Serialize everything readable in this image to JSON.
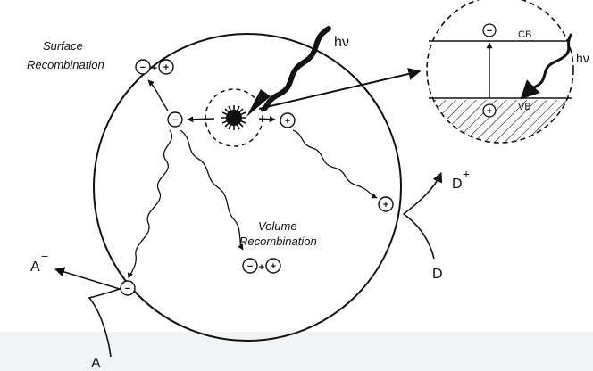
{
  "labels": {
    "surface_line1": "Surface",
    "surface_line2": "Recombination",
    "volume_line1": "Volume",
    "volume_line2": "Recombination",
    "hv_main": "hν",
    "hv_inset": "hν",
    "cb": "CB",
    "vb": "VB",
    "electron": "−",
    "hole": "+",
    "plus_sign": "+",
    "A_minus_base": "A",
    "A_minus_sup": "−",
    "A": "A",
    "D_plus_base": "D",
    "D_plus_sup": "+",
    "D": "D"
  },
  "icons": [
    "starburst-icon",
    "wavy-photon-icon",
    "arrow-icon"
  ],
  "colors": {
    "ink": "#111111",
    "background": "#ffffff",
    "bottom_band": "#f1f3f5"
  }
}
